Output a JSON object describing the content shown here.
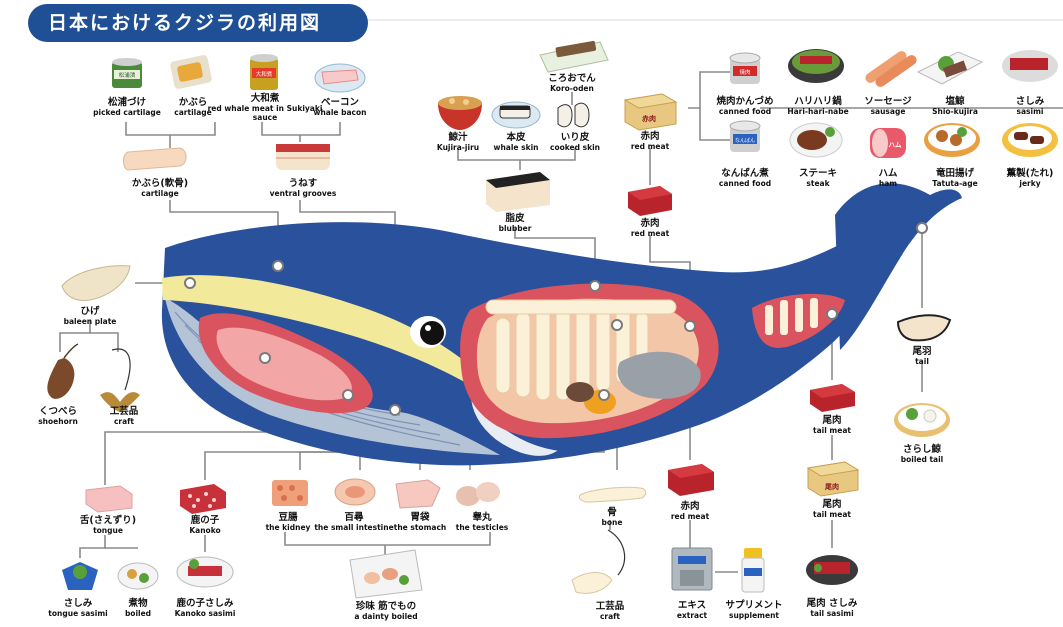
{
  "title": "日本におけるクジラの利用図",
  "colors": {
    "whale_body": "#2a519c",
    "whale_belly": "#b5c3d6",
    "yellow_band": "#f3e99a",
    "organ_red": "#d9545e",
    "organ_inner": "#f2a6a6",
    "meat": "#b8232c",
    "line": "#8a8a8a",
    "title_bg": "#1f4f95"
  },
  "labels": {
    "matsuura": {
      "jp": "松浦づけ",
      "en": "picked cartilage"
    },
    "kabura_top": {
      "jp": "かぶら",
      "en": "cartilage"
    },
    "yamato": {
      "jp": "大和煮",
      "en": "red whale meat in Sukiyaki sauce"
    },
    "bacon": {
      "jp": "ベーコン",
      "en": "whale bacon"
    },
    "kabura": {
      "jp": "かぶら(軟骨)",
      "en": "cartilage"
    },
    "unesu": {
      "jp": "うねす",
      "en": "ventral grooves"
    },
    "koro": {
      "jp": "ころおでん",
      "en": "Koro-oden"
    },
    "kujirajiru": {
      "jp": "鯨汁",
      "en": "Kujira-jiru"
    },
    "honkawa": {
      "jp": "本皮",
      "en": "whale skin"
    },
    "irikawa": {
      "jp": "いり皮",
      "en": "cooked skin"
    },
    "blubber": {
      "jp": "脂皮",
      "en": "blubber"
    },
    "akaniku_box": {
      "jp": "赤肉",
      "en": "red meat"
    },
    "akaniku_meat": {
      "jp": "赤肉",
      "en": "red meat"
    },
    "yakiniku": {
      "jp": "焼肉かんづめ",
      "en": "canned food"
    },
    "nanban": {
      "jp": "なんばん煮",
      "en": "canned food"
    },
    "harihari": {
      "jp": "ハリハリ鍋",
      "en": "Hari-hari-nabe"
    },
    "steak": {
      "jp": "ステーキ",
      "en": "steak"
    },
    "sausage": {
      "jp": "ソーセージ",
      "en": "sausage"
    },
    "ham": {
      "jp": "ハム",
      "en": "ham"
    },
    "shiokujira": {
      "jp": "塩鯨",
      "en": "Shio-kujira"
    },
    "tatuta": {
      "jp": "竜田揚げ",
      "en": "Tatuta-age"
    },
    "sasimi_top": {
      "jp": "さしみ",
      "en": "sasimi"
    },
    "jerky": {
      "jp": "薫製(たれ)",
      "en": "jerky"
    },
    "hige": {
      "jp": "ひげ",
      "en": "baleen plate"
    },
    "kutsubera": {
      "jp": "くつべら",
      "en": "shoehorn"
    },
    "kougei_left": {
      "jp": "工芸品",
      "en": "craft"
    },
    "obane": {
      "jp": "尾羽",
      "en": "tail"
    },
    "sarashi": {
      "jp": "さらし鯨",
      "en": "boiled tail"
    },
    "oniku1": {
      "jp": "尾肉",
      "en": "tail meat"
    },
    "oniku2": {
      "jp": "尾肉",
      "en": "tail meat"
    },
    "osasimi": {
      "jp": "尾肉 さしみ",
      "en": "tail sasimi"
    },
    "shita": {
      "jp": "舌(さえずり)",
      "en": "tongue"
    },
    "shita_sasimi": {
      "jp": "さしみ",
      "en": "tongue sasimi"
    },
    "nimono": {
      "jp": "煮物",
      "en": "boiled"
    },
    "kanoko": {
      "jp": "鹿の子",
      "en": "Kanoko"
    },
    "kanoko_sasimi": {
      "jp": "鹿の子さしみ",
      "en": "Kanoko sasimi"
    },
    "mame": {
      "jp": "豆腸",
      "en": "the kidney"
    },
    "hyakuhiro": {
      "jp": "百尋",
      "en": "the small intestine"
    },
    "ibukuro": {
      "jp": "胃袋",
      "en": "the stomach"
    },
    "kougan": {
      "jp": "睾丸",
      "en": "the testicles"
    },
    "chinmi": {
      "jp": "珍味 筋でもの",
      "en": "a dainty boiled"
    },
    "hone": {
      "jp": "骨",
      "en": "bone"
    },
    "kougei_bone": {
      "jp": "工芸品",
      "en": "craft"
    },
    "akaniku_bottom": {
      "jp": "赤肉",
      "en": "red meat"
    },
    "ekisu": {
      "jp": "エキス",
      "en": "extract"
    },
    "supplement": {
      "jp": "サプリメント",
      "en": "supplement"
    }
  },
  "icons": {
    "can_label_matsuura": "松浦漬",
    "can_label_yamato": "大和煮",
    "can_label_yakiniku": "焼肉",
    "can_label_nanban": "なんばん",
    "box_akaniku": "赤肉",
    "box_oniku": "尾肉",
    "ham_label": "ハム"
  }
}
